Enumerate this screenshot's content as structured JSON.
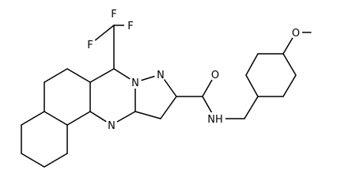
{
  "diagram": {
    "atom_labels": {
      "f_left": "F",
      "f_right": "F",
      "f_top": "F",
      "n_pyrazole_bridge": "N",
      "n_pyrazole": "N",
      "n_pyrimidine": "N",
      "o_carbonyl": "O",
      "nh_amide": "NH",
      "o_methoxy": "O"
    }
  }
}
